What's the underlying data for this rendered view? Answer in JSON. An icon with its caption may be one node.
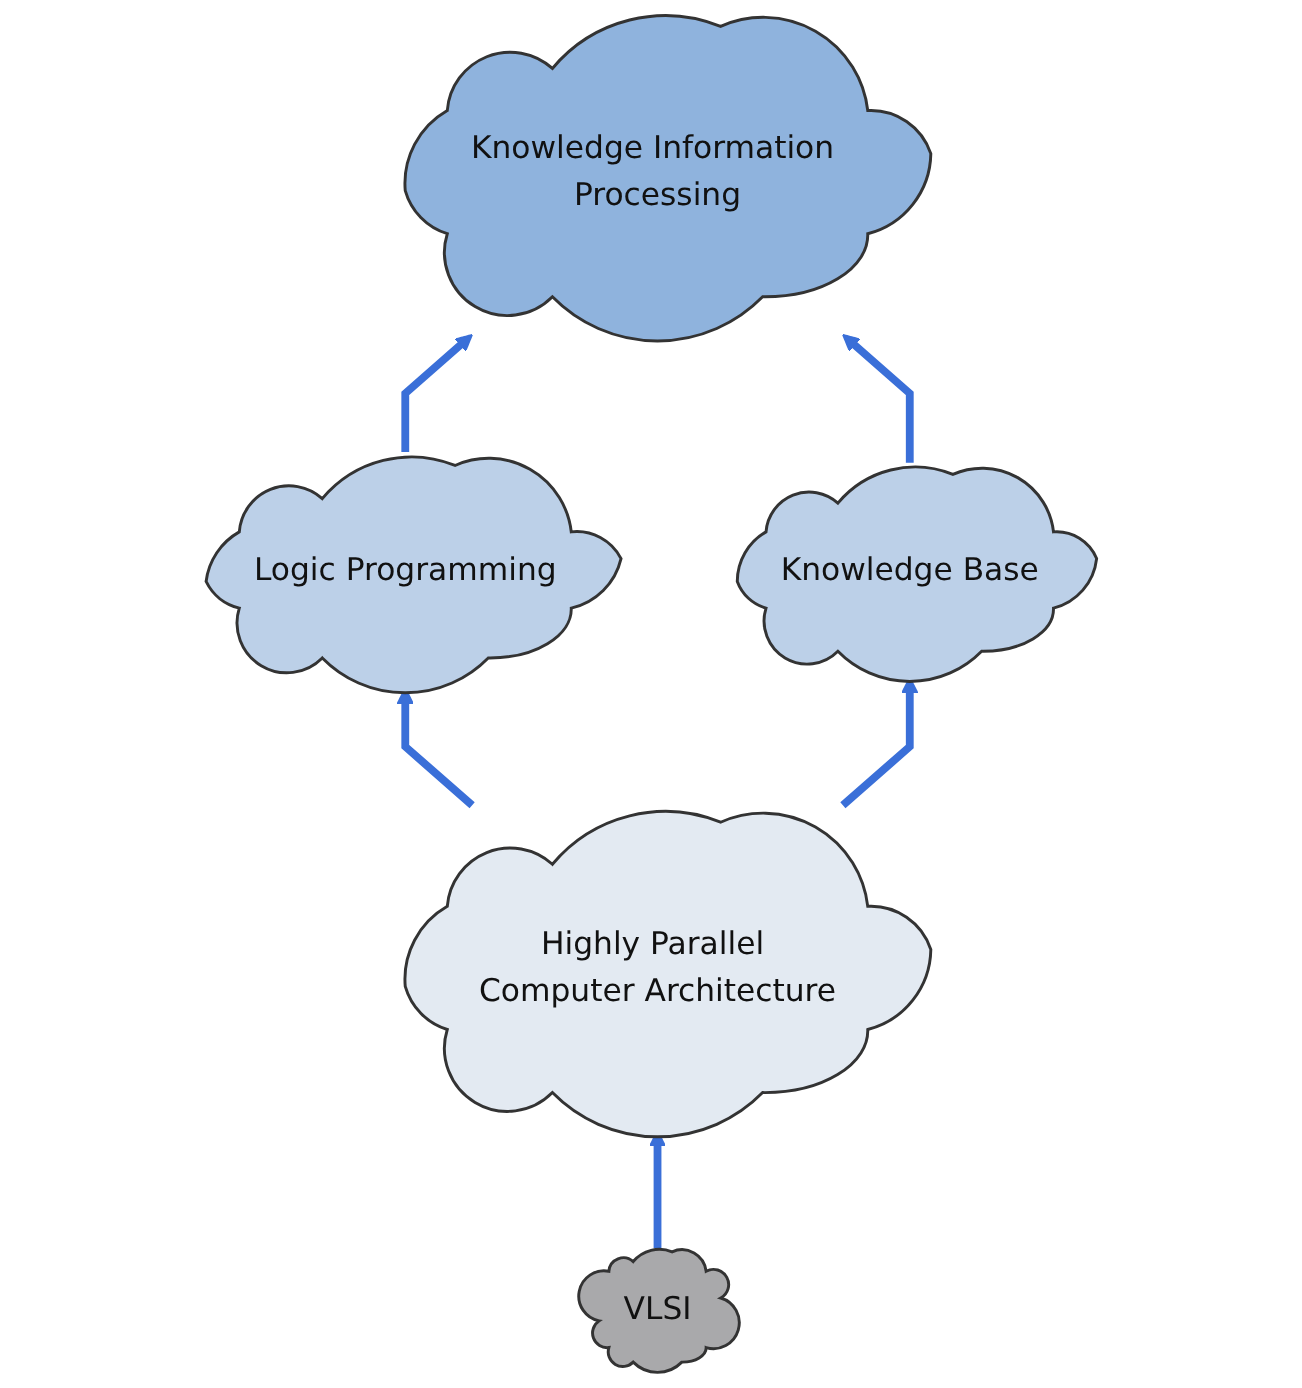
{
  "diagram": {
    "nodes": [
      {
        "text": [
          "Knowledge Information Processing"
        ]
      },
      {
        "text": [
          "Logic Programming"
        ]
      },
      {
        "text": [
          "Knowledge Base"
        ]
      },
      {
        "text": [
          "Highly Parallel Computer Architecture"
        ]
      },
      {
        "text": [
          "VLSI"
        ]
      }
    ],
    "edges": [
      {
        "from": 4,
        "to": 3,
        "arrow": "to"
      },
      {
        "from": 3,
        "to": 1,
        "arrow": "to"
      },
      {
        "from": 3,
        "to": 2,
        "arrow": "to"
      },
      {
        "from": 1,
        "to": 0,
        "arrow": "to"
      },
      {
        "from": 2,
        "to": 0,
        "arrow": "to"
      }
    ]
  }
}
